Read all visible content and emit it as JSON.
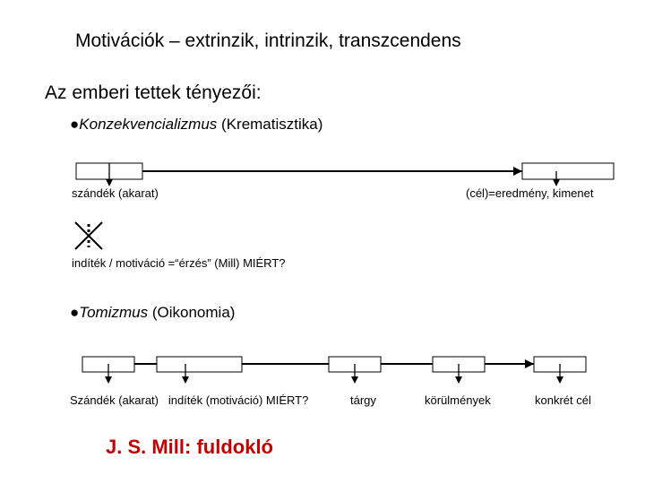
{
  "title": "Motivációk – extrinzik, intrinzik, transzcendens",
  "heading": "Az emberi tettek tényezői:",
  "section1": {
    "bullet": "●",
    "term": "Konzekvencializmus",
    "paren": "(Krematisztika)",
    "label_left": "szándék (akarat)",
    "label_right": "(cél)=eredmény, kimenet",
    "label_motive": "indíték / motiváció =“érzés” (Mill) MIÉRT?"
  },
  "section2": {
    "bullet": "●",
    "term": "Tomizmus",
    "paren": "(Oikonomia)",
    "labels": [
      "Szándék (akarat)   indíték (motiváció) MIÉRT?",
      "tárgy",
      "körülmények",
      "konkrét cél"
    ]
  },
  "footer": "J. S. Mill: fuldokló"
}
